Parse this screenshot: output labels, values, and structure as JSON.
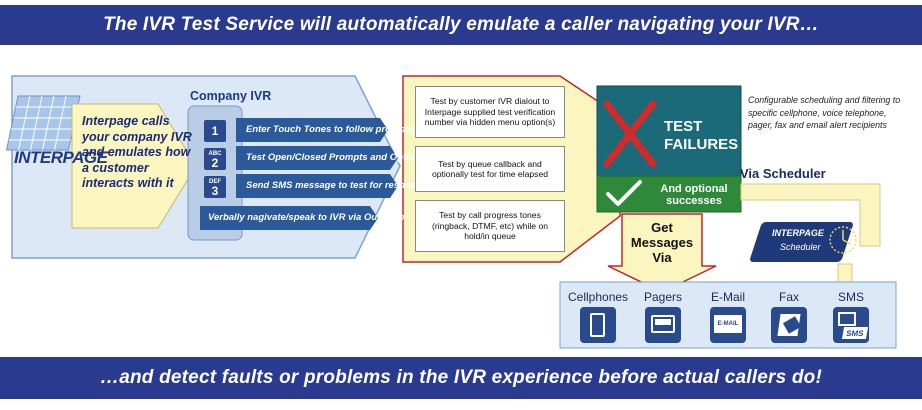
{
  "header": {
    "text": "The IVR Test Service will automatically emulate a caller navigating your IVR…"
  },
  "footer": {
    "text": "…and detect faults or problems in the IVR experience before actual callers do!"
  },
  "logo": {
    "text": "INTERPAGE"
  },
  "callout": {
    "text": "Interpage calls your company IVR and emulates how a customer interacts with it"
  },
  "company_ivr": {
    "title": "Company IVR",
    "steps": [
      {
        "key": "1",
        "sub": "",
        "label": "Enter Touch Tones to follow prompts"
      },
      {
        "key": "2",
        "sub": "ABC",
        "label": "Test Open/Closed Prompts and Options"
      },
      {
        "key": "3",
        "sub": "DEF",
        "label": "Send SMS message to test for responses"
      },
      {
        "key": "",
        "sub": "",
        "label": "Verbally nagivate/speak to IVR via Outvoice"
      }
    ]
  },
  "tests": [
    {
      "text": "Test by customer IVR dialout to Interpage supplied test verification number via hidden menu option(s)"
    },
    {
      "text": "Test by queue callback and optionally test for time elapsed"
    },
    {
      "text": "Test by call progress tones (ringback, DTMF, etc) while on hold/in queue"
    }
  ],
  "results": {
    "failures": "TEST FAILURES",
    "successes": "And optional successes"
  },
  "scheduler": {
    "description": "Configurable scheduling and filtering to specific cellphone, voice telephone, pager, fax and email alert recipients",
    "via_label": "Via Scheduler",
    "badge_title": "INTERPAGE",
    "badge_sub": "Scheduler"
  },
  "get_messages": {
    "text": "Get Messages Via"
  },
  "devices": [
    {
      "label": "Cellphones",
      "icon": "cellphone-icon",
      "glyph": ""
    },
    {
      "label": "Pagers",
      "icon": "pager-icon",
      "glyph": ""
    },
    {
      "label": "E-Mail",
      "icon": "email-icon",
      "glyph": "E-MAIL"
    },
    {
      "label": "Fax",
      "icon": "fax-icon",
      "glyph": ""
    },
    {
      "label": "SMS",
      "icon": "sms-icon",
      "glyph": "SMS"
    }
  ],
  "colors": {
    "banner": "#2a3a8e",
    "panel": "#dce8f6",
    "arrow": "#2a5a9a",
    "yellow": "#fbf6bf",
    "red_border": "#c0282a",
    "fail_box": "#1a6a7a",
    "success_box": "#2e8a3a"
  }
}
